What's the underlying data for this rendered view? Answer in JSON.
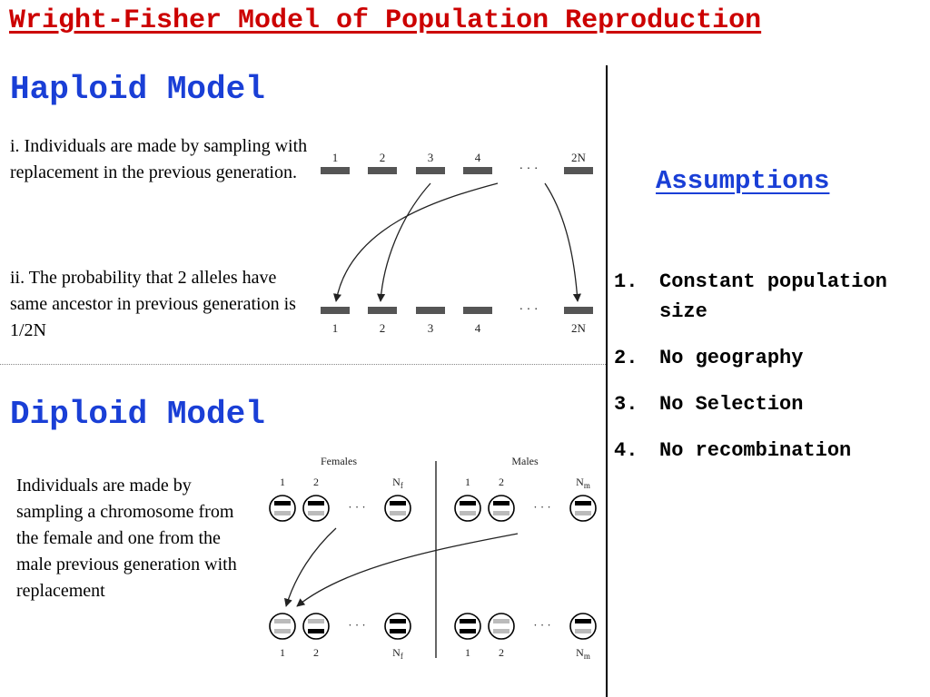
{
  "slide_title": "Wright-Fisher Model of Population Reproduction",
  "haploid": {
    "heading": "Haploid Model",
    "point_i": "i.  Individuals are made by sampling with replacement in the previous generation.",
    "point_ii": "ii. The probability that 2 alleles have same ancestor in previous generation is 1/2N",
    "diagram": {
      "top_labels": [
        "1",
        "2",
        "3",
        "4",
        "2N"
      ],
      "bottom_labels": [
        "1",
        "2",
        "3",
        "4",
        "2N"
      ],
      "ellipsis": "· · ·"
    }
  },
  "diploid": {
    "heading": "Diploid Model",
    "description": "Individuals are made by sampling a chromosome from the female and one from the male previous generation with replacement",
    "diagram": {
      "females_label": "Females",
      "males_label": "Males",
      "f_top_labels": [
        "1",
        "2",
        "N"
      ],
      "m_top_labels": [
        "1",
        "2",
        "N"
      ],
      "f_bottom_labels": [
        "1",
        "2",
        "N"
      ],
      "m_bottom_labels": [
        "1",
        "2",
        "N"
      ],
      "f_subscript": "f",
      "m_subscript": "m",
      "ellipsis": "· · ·"
    }
  },
  "assumptions": {
    "heading": "Assumptions",
    "items": [
      {
        "num": "1.",
        "text": "Constant population size"
      },
      {
        "num": "2.",
        "text": "No geography"
      },
      {
        "num": "3.",
        "text": "No Selection"
      },
      {
        "num": "4.",
        "text": "No recombination"
      }
    ]
  },
  "colors": {
    "title": "#cc0000",
    "heading": "#1a3fd6",
    "bar": "#555555",
    "chromosome_light": "#bbbbbb",
    "chromosome_dark": "#000000"
  }
}
